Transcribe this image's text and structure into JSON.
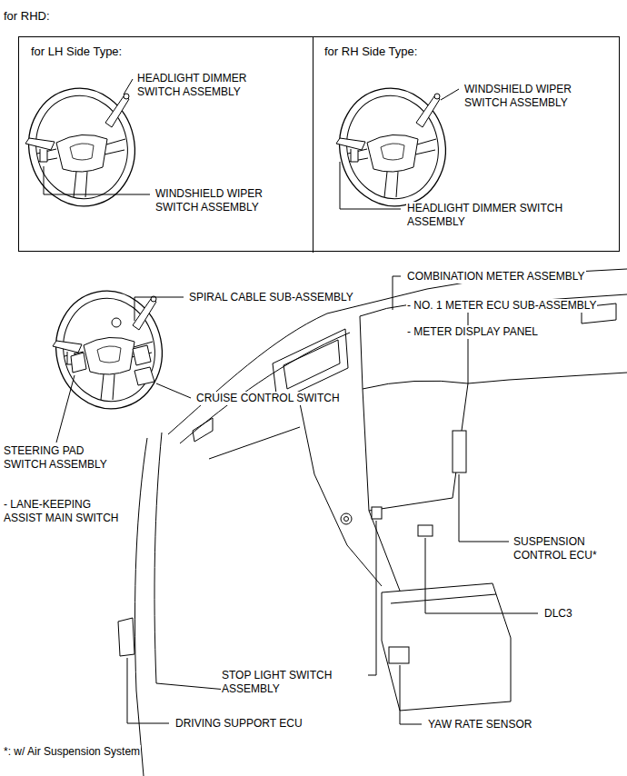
{
  "diagram": {
    "nodes": [
      {
        "text": [
          "for RHD:"
        ]
      },
      {
        "text": [
          "for LH Side Type:"
        ],
        "in": 0
      },
      {
        "text": [
          "for RH Side Type:"
        ],
        "in": 0
      }
    ],
    "labels": [
      "HEADLIGHT DIMMER SWITCH ASSEMBLY",
      "WINDSHIELD WIPER SWITCH ASSEMBLY",
      "WINDSHIELD WIPER SWITCH ASSEMBLY",
      "HEADLIGHT DIMMER SWITCH ASSEMBLY",
      "COMBINATION METER ASSEMBLY",
      "- NO. 1 METER ECU SUB-ASSEMBLY",
      "- METER DISPLAY PANEL",
      "SPIRAL CABLE SUB-ASSEMBLY",
      "CRUISE CONTROL SWITCH",
      "STEERING PAD SWITCH ASSEMBLY",
      "- LANE-KEEPING ASSIST MAIN SWITCH",
      "SUSPENSION CONTROL ECU*",
      "DLC3",
      "STOP LIGHT SWITCH ASSEMBLY",
      "DRIVING SUPPORT ECU",
      "YAW RATE SENSOR",
      "*: w/ Air Suspension System"
    ]
  }
}
